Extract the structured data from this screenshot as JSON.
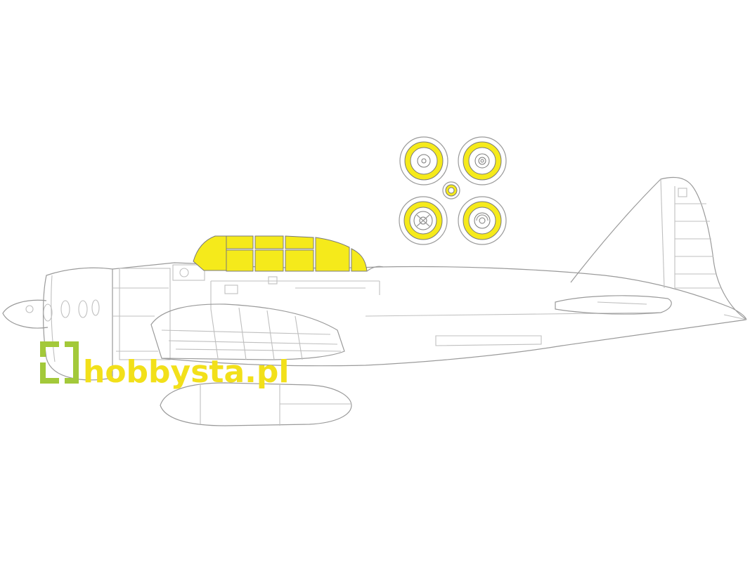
{
  "logo": {
    "text": "hobbysta.pl",
    "icon": "bracket-square-icon",
    "icon_color": "#a3c93a",
    "text_color": "#f2e01a"
  },
  "colors": {
    "mask": "#f5ea1b",
    "outline": "#bfbfbf",
    "background": "#ffffff"
  },
  "components": {
    "aircraft": "side-view-outline",
    "canopy_masks": "yellow-canopy-frames",
    "wheel_masks": "five-wheel-hub-masks",
    "drop_tank": "external-fuel-tank-outline"
  }
}
